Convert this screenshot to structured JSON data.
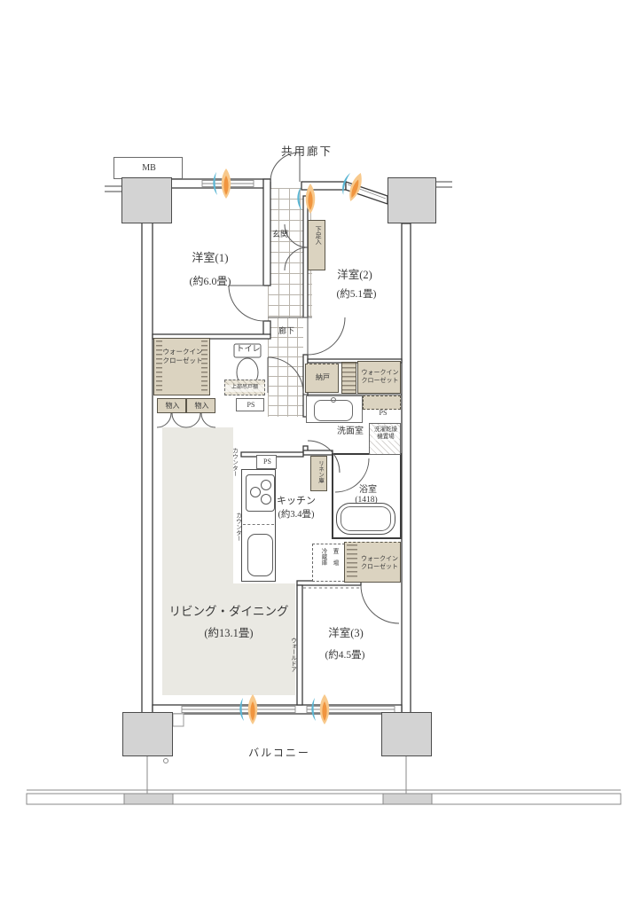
{
  "plan": {
    "top": {
      "common_corridor": "共用廊下",
      "meter_box": "MB",
      "entrance": "玄関",
      "shoe_box": "下足入"
    },
    "rooms": {
      "western1": {
        "name": "洋室(1)",
        "area": "(約6.0畳)"
      },
      "western2": {
        "name": "洋室(2)",
        "area": "(約5.1畳)"
      },
      "western3": {
        "name": "洋室(3)",
        "area": "(約4.5畳)"
      },
      "living_dining": {
        "name": "リビング・ダイニング",
        "area": "(約13.1畳)"
      },
      "kitchen": {
        "name": "キッチン",
        "area": "(約3.4畳)"
      },
      "bath": {
        "name": "浴室",
        "size": "(1418)"
      },
      "washroom": {
        "name": "洗面室"
      },
      "toilet": {
        "name": "トイレ"
      },
      "corridor": {
        "name": "廊下"
      },
      "balcony": {
        "name": "バルコニー"
      }
    },
    "storage": {
      "walk_in_closet": "ウォークイン\nクローゼット",
      "storeroom": "納戸",
      "closet": "物入",
      "linen": "リネン庫",
      "upper_cabinet": "上部吊戸棚",
      "fridge_line1": "冷蔵庫",
      "fridge_line2": "置 場",
      "laundry": "洗濯乾燥機置場"
    },
    "fixtures": {
      "pipe_space": "PS",
      "counter": "カウンター",
      "wall_door": "ウォールドア"
    },
    "colors": {
      "closet_fill": "#dbd3c0",
      "pillar_fill": "#d3d3d3",
      "living_floor": "#eae9e3",
      "wall_line": "#3b3b3b",
      "vent_blue": "#5ab6d4",
      "vent_orange": "#f0953f"
    }
  }
}
